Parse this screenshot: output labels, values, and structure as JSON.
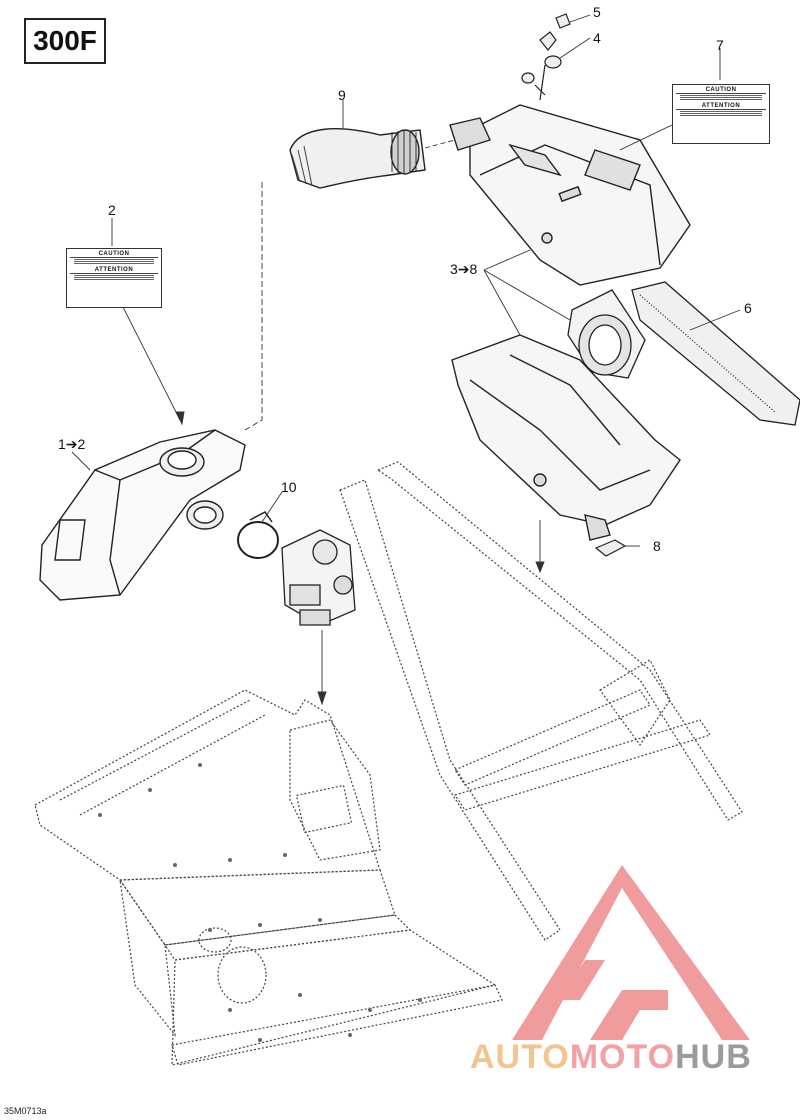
{
  "model_label": "300F",
  "drawing_number": "35M0713a",
  "callouts": {
    "c1": "1➔2",
    "c2": "2",
    "c3": "3➔8",
    "c4": "4",
    "c5": "5",
    "c6": "6",
    "c7": "7",
    "c8": "8",
    "c9": "9",
    "c10": "10"
  },
  "labels": {
    "caution_header": "CAUTION",
    "attention_header": "ATTENTION"
  },
  "watermark": {
    "part1": "AUTO",
    "part2": "MOTO",
    "part3": "HUB",
    "colors": {
      "auto": "#f3c48f",
      "moto": "#f2a2a2",
      "hub": "#9b9b9b",
      "logo": "#ef8b8b"
    }
  }
}
